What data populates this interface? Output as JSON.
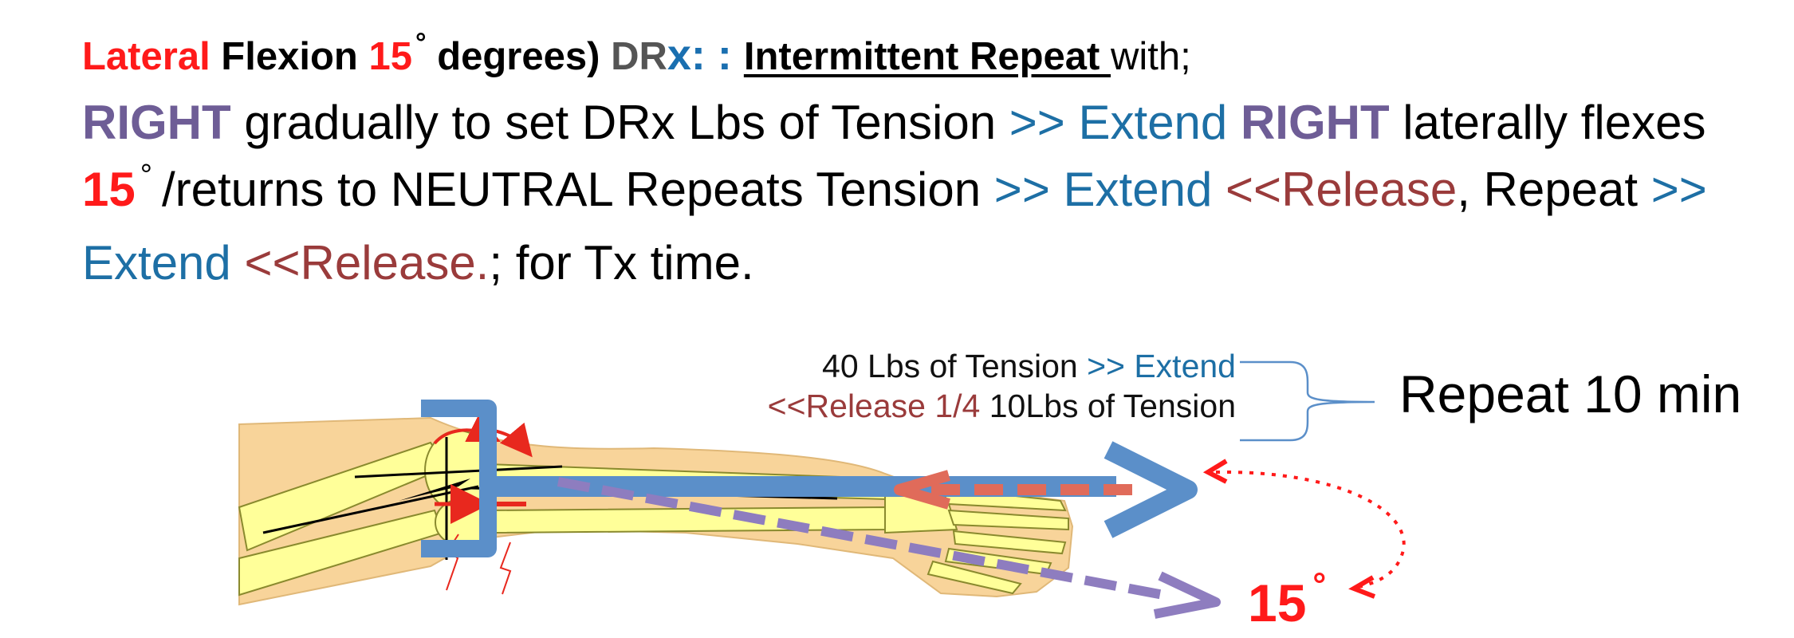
{
  "heading": {
    "lateral": "Lateral",
    "flexion": " Flexion ",
    "angle": "15",
    "degree_symbol": "°",
    "degrees_text": " degrees)  ",
    "dr": "DR",
    "x_colon": "x: : ",
    "intermittent": "Intermittent Repeat ",
    "with": "with;"
  },
  "instructions": {
    "right_1": "RIGHT",
    "text_1": " gradually to set DRx Lbs of Tension  ",
    "extend_1": ">> Extend  ",
    "right_2": "RIGHT",
    "text_2": " laterally flexes",
    "angle": "15",
    "degree_symbol": "°",
    "text_3": "/returns to NEUTRAL Repeats Tension  ",
    "extend_2": ">> Extend  ",
    "release_1": "<<Release",
    "text_4": ", Repeat ",
    "extend_3": ">>",
    "extend_4": "Extend  ",
    "release_2": "<<Release.",
    "text_5": "; for Tx time."
  },
  "diagram": {
    "tension_line_1": "40 Lbs of Tension  ",
    "tension_extend": ">> Extend",
    "tension_release": "<<Release 1/4  ",
    "tension_line_2": "10Lbs of Tension",
    "repeat_label": "Repeat 10 min",
    "angle_label": "15",
    "degree_symbol": "°"
  },
  "colors": {
    "red": "#ff1a1a",
    "purple": "#6e5d96",
    "blue_text": "#1d6fa5",
    "release_brown": "#9a3b3b",
    "arrow_blue": "#5b8fc9",
    "arrow_purple": "#8e7dbf",
    "dash_red": "#e06b5a",
    "skin": "#f8d49a",
    "bone": "#ffff99"
  },
  "icons": {
    "extend_arrow": "blue-extend-arrow-icon",
    "flex_arrow": "purple-dashed-flex-arrow-icon",
    "release_arrow": "red-dashed-release-arrow-icon",
    "rotation_arrow": "red-dotted-rotation-arrow-icon",
    "brace": "repeat-brace-icon"
  }
}
